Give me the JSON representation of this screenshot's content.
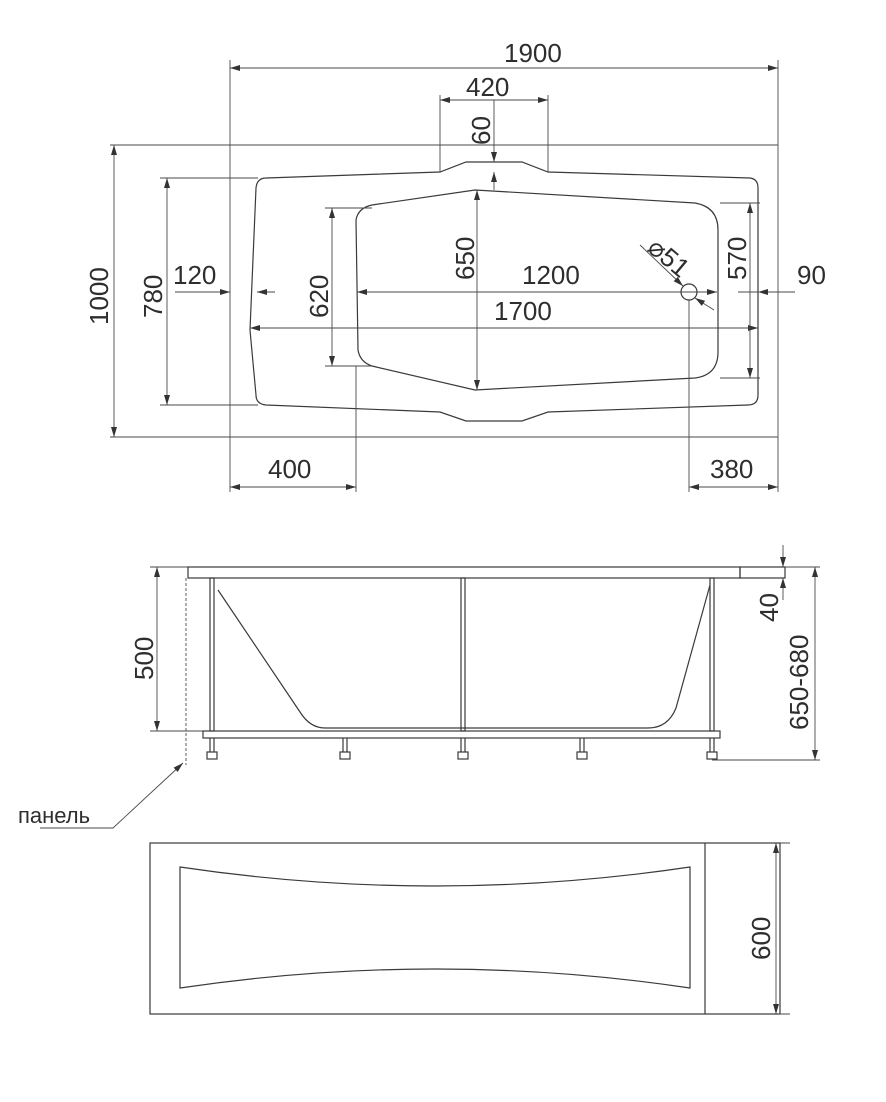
{
  "top_view": {
    "overall_length": "1900",
    "headrest_width": "420",
    "headrest_depth": "60",
    "overall_width": "1000",
    "rim_width": "780",
    "left_rim": "120",
    "bowl_width_left": "620",
    "bowl_width_center": "650",
    "drain_distance": "1200",
    "drain_diameter": "⌀51",
    "bowl_width_right": "570",
    "right_rim": "90",
    "rim_length": "1700",
    "left_offset": "400",
    "drain_offset": "380"
  },
  "side_view": {
    "tub_depth": "500",
    "rim_thickness": "40",
    "total_height": "650-680",
    "panel_label": "панель"
  },
  "panel_view": {
    "panel_height": "600"
  }
}
